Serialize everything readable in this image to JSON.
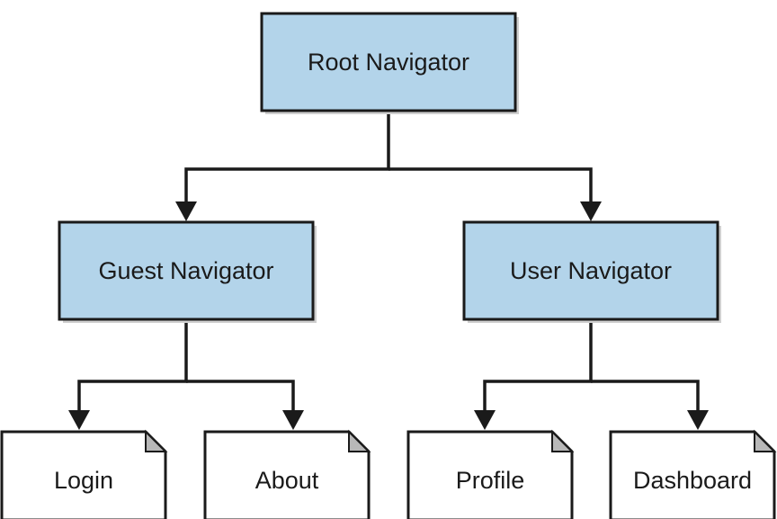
{
  "navigators": {
    "root": "Root Navigator",
    "guest": "Guest Navigator",
    "user": "User Navigator"
  },
  "screens": {
    "login": "Login",
    "about": "About",
    "profile": "Profile",
    "dashboard": "Dashboard"
  },
  "colors": {
    "navigator_fill": "#b3d4ea",
    "screen_fill": "#ffffff",
    "stroke": "#1a1a1a"
  }
}
